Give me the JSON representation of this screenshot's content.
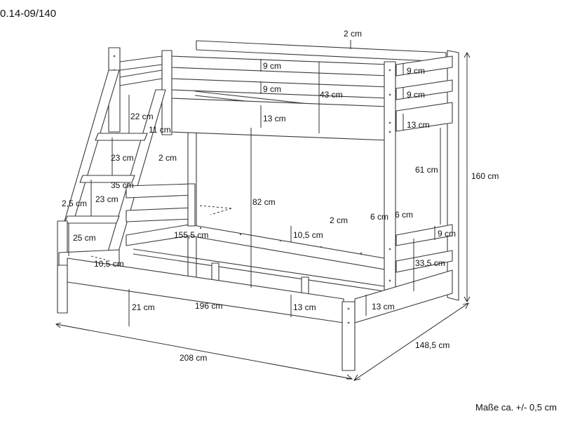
{
  "header": {
    "product_code": "0.14-09/140"
  },
  "footer": {
    "tolerance_note": "Maße ca. +/- 0,5 cm"
  },
  "dimensions": {
    "top_rail_thickness": "2 cm",
    "top_right_rail_1": "9 cm",
    "top_left_rail_1": "9 cm",
    "top_right_rail_2": "9 cm",
    "top_left_rail_2": "9 cm",
    "top_guard_height": "43 cm",
    "top_frame_height": "13 cm",
    "top_right_frame": "13 cm",
    "ladder_top_gap": "22 cm",
    "ladder_step_depth": "11 cm",
    "ladder_step_spacing": "23 cm",
    "ladder_rail_thickness": "2 cm",
    "ladder_step_width": "35 cm",
    "ladder_step_spacing_2": "23 cm",
    "ladder_rail_width": "2,5 cm",
    "ladder_bottom_gap": "25 cm",
    "ladder_foot_depth": "10,5 cm",
    "inner_width": "155,5 cm",
    "clearance_height": "82 cm",
    "slat_gap_right": "61 cm",
    "slat_thickness": "2 cm",
    "post_width_left": "6 cm",
    "post_width_right": "6 cm",
    "lower_rail_height": "10,5 cm",
    "lower_right_rail": "9 cm",
    "lower_right_guard": "33,5 cm",
    "lower_frame_height": "13 cm",
    "lower_right_frame": "13 cm",
    "floor_clearance": "21 cm",
    "inner_length": "196 cm",
    "total_height": "160 cm",
    "total_length": "208 cm",
    "total_width": "148,5 cm"
  }
}
